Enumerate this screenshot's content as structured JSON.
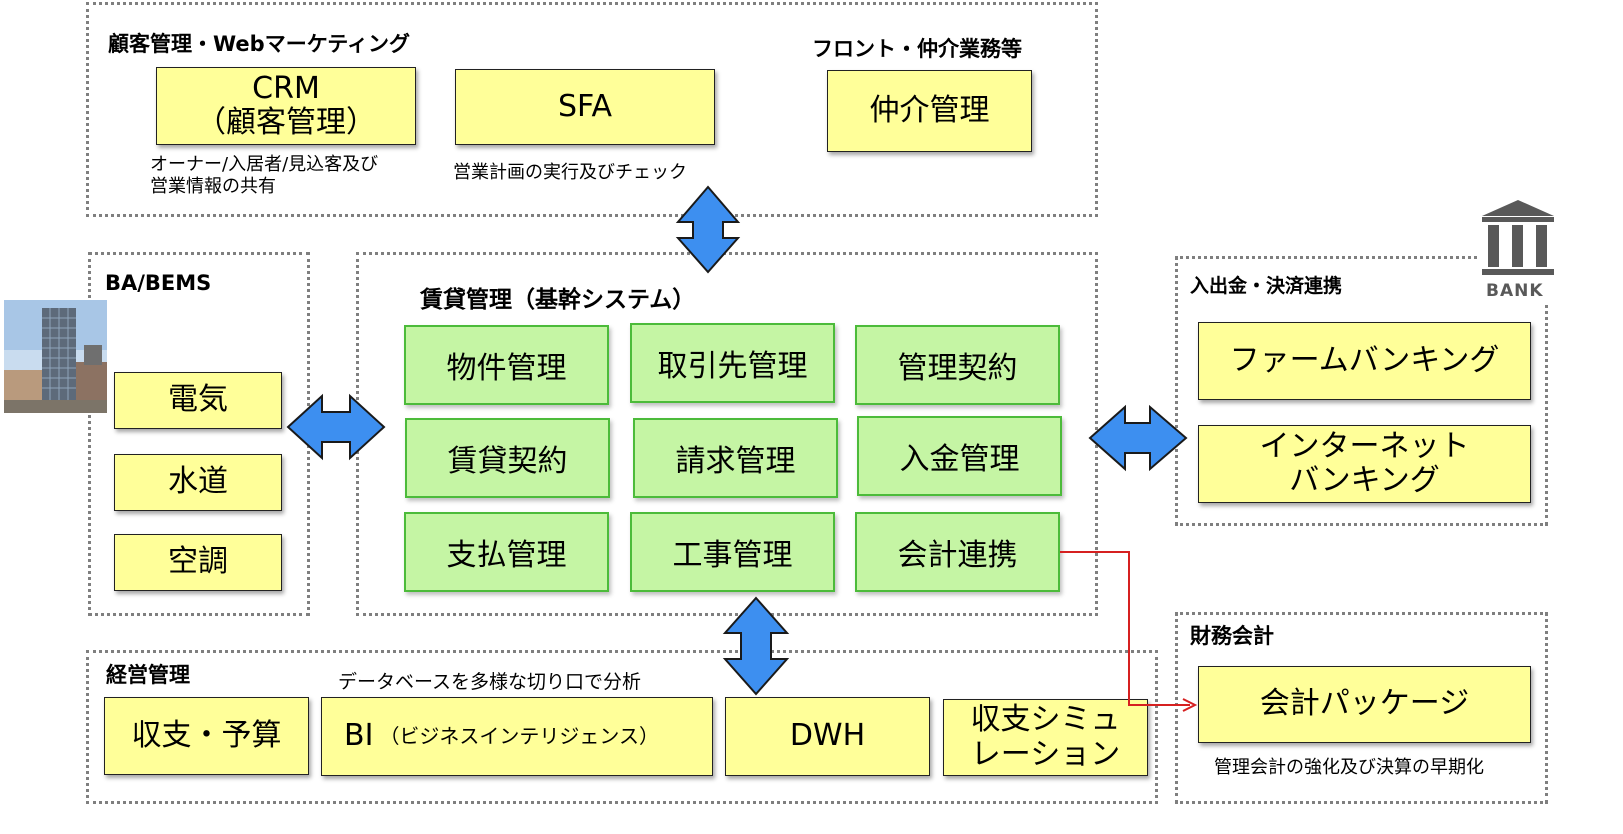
{
  "groups": {
    "crm_marketing": {
      "title": "顧客管理・Webマーケティング",
      "crm": "CRM\n（顧客管理）",
      "crm_note": "オーナー/入居者/見込客及び\n営業情報の共有",
      "sfa": "SFA",
      "sfa_note": "営業計画の実行及びチェック",
      "front_title": "フロント・仲介業務等",
      "brokerage": "仲介管理"
    },
    "ba_bems": {
      "title": "BA/BEMS",
      "items": [
        "電気",
        "水道",
        "空調"
      ]
    },
    "core": {
      "title": "賃貸管理（基幹システム）",
      "modules": [
        "物件管理",
        "取引先管理",
        "管理契約",
        "賃貸契約",
        "請求管理",
        "入金管理",
        "支払管理",
        "工事管理",
        "会計連携"
      ]
    },
    "payment": {
      "title": "入出金・決済連携",
      "firm_banking": "ファームバンキング",
      "internet_banking": "インターネット\nバンキング",
      "bank_label": "BANK"
    },
    "finance": {
      "title": "財務会計",
      "package": "会計パッケージ",
      "note": "管理会計の強化及び決算の早期化"
    },
    "management": {
      "title": "経営管理",
      "budget": "収支・予算",
      "bi_main": "BI",
      "bi_sub": "（ビジネスインテリジェンス）",
      "bi_note": "データベースを多様な切り口で分析",
      "dwh": "DWH",
      "simulation": "収支シミュ\nレーション"
    }
  },
  "colors": {
    "yellow_box": "#ffff99",
    "green_box": "#c5f5a4",
    "arrow_fill": "#3d8ff0",
    "connector": "#d62020"
  }
}
